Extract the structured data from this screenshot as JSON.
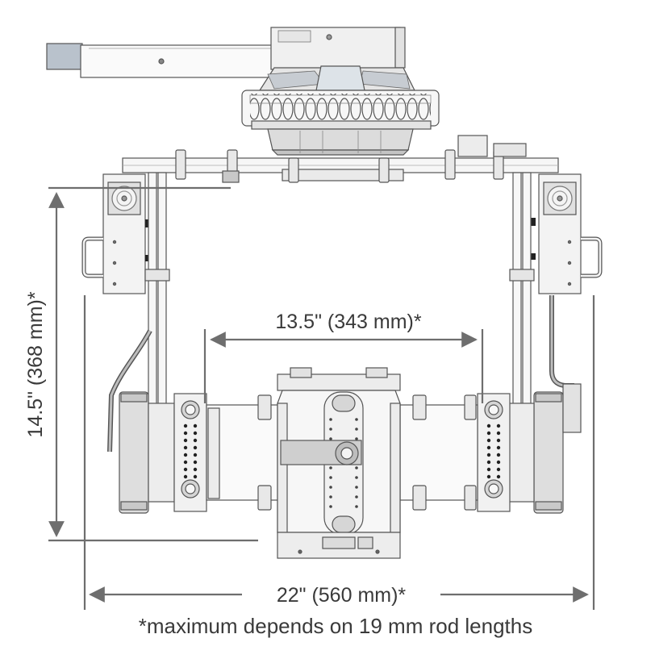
{
  "dimensions": {
    "inner_width": "13.5\" (343 mm)*",
    "height": "14.5\" (368 mm)*",
    "outer_width": "22\" (560 mm)*"
  },
  "footnote": "*maximum depends on 19 mm rod lengths",
  "colors": {
    "line": "#555555",
    "dimension": "#6e6e6e",
    "text": "#3a3a3a",
    "fill_light": "#f4f4f4",
    "fill_mid": "#d9d9d9",
    "fill_dark": "#9a9a9a"
  }
}
